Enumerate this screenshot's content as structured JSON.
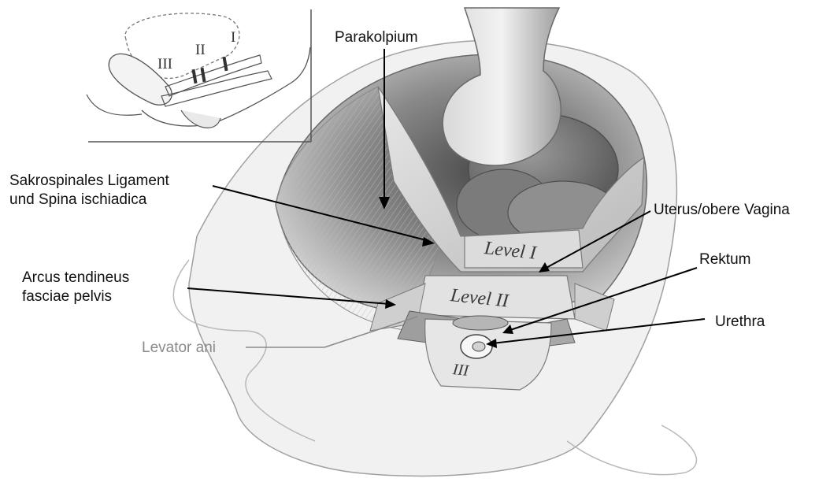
{
  "labels": {
    "parakolpium": "Parakolpium",
    "sakrospinales_line1": "Sakrospinales Ligament",
    "sakrospinales_line2": "und Spina ischiadica",
    "uterus": "Uterus/obere Vagina",
    "rektum": "Rektum",
    "arcus_line1": "Arcus tendineus",
    "arcus_line2": "fasciae pelvis",
    "urethra": "Urethra",
    "levator": "Levator ani"
  },
  "inset": {
    "roman_i": "I",
    "roman_ii": "II",
    "roman_iii": "III"
  },
  "illustration_text": {
    "level_i": "Level I",
    "level_ii": "Level II",
    "level_iii": "III"
  },
  "colors": {
    "label_text": "#111111",
    "levator_text": "#8a8a8a",
    "arrow": "#000000",
    "drawing_stroke": "#555555",
    "shading_dark": "#6e6e6e",
    "shading_mid": "#a9a9a9",
    "shading_light": "#d6d6d6"
  }
}
